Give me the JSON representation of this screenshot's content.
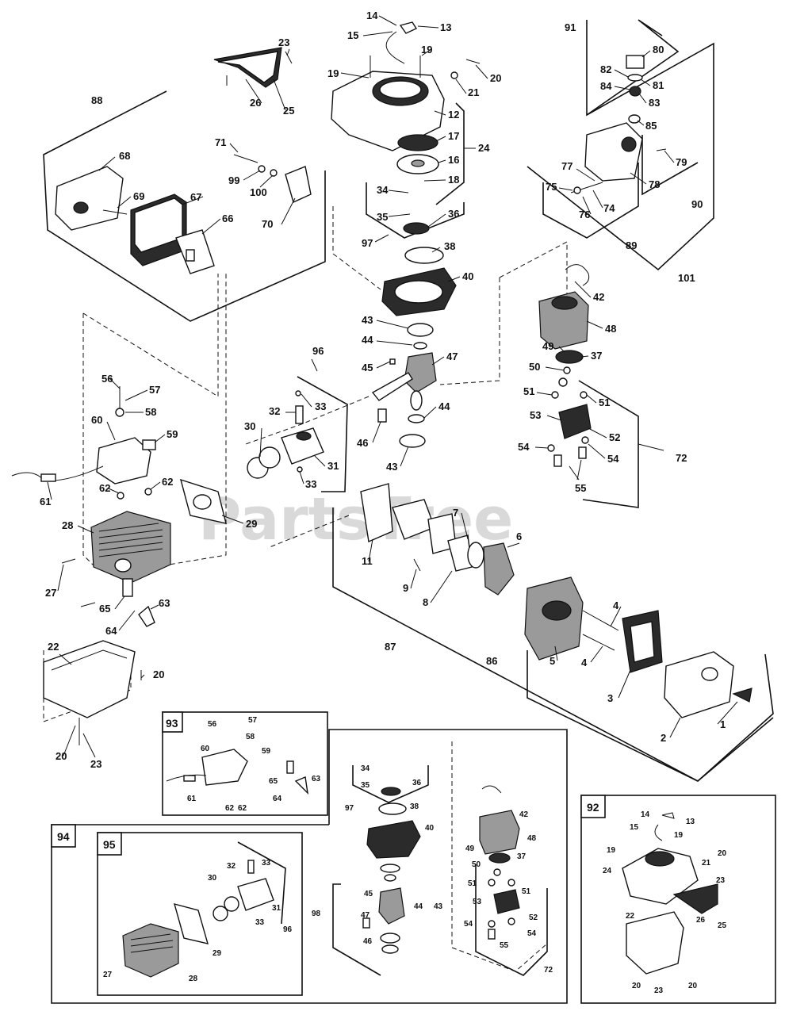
{
  "watermark": "PartsTree",
  "callouts": {
    "c1": "1",
    "c2": "2",
    "c3": "3",
    "c4a": "4",
    "c4b": "4",
    "c5": "5",
    "c6": "6",
    "c7": "7",
    "c8": "8",
    "c9": "9",
    "c11": "11",
    "c12": "12",
    "c13": "13",
    "c14": "14",
    "c15": "15",
    "c16": "16",
    "c17": "17",
    "c18": "18",
    "c19a": "19",
    "c19b": "19",
    "c20a": "20",
    "c20b": "20",
    "c20c": "20",
    "c21": "21",
    "c22": "22",
    "c23a": "23",
    "c23b": "23",
    "c24": "24",
    "c25": "25",
    "c26": "26",
    "c27": "27",
    "c28": "28",
    "c29": "29",
    "c30": "30",
    "c31": "31",
    "c32": "32",
    "c33a": "33",
    "c33b": "33",
    "c34": "34",
    "c35": "35",
    "c36": "36",
    "c37": "37",
    "c38": "38",
    "c40": "40",
    "c42": "42",
    "c43a": "43",
    "c43b": "43",
    "c44a": "44",
    "c44b": "44",
    "c45": "45",
    "c46": "46",
    "c47": "47",
    "c48": "48",
    "c49": "49",
    "c50": "50",
    "c51a": "51",
    "c51b": "51",
    "c52": "52",
    "c53": "53",
    "c54a": "54",
    "c54b": "54",
    "c55": "55",
    "c56": "56",
    "c57": "57",
    "c58": "58",
    "c59": "59",
    "c60": "60",
    "c61": "61",
    "c62a": "62",
    "c62b": "62",
    "c63": "63",
    "c64": "64",
    "c65": "65",
    "c66": "66",
    "c67": "67",
    "c68": "68",
    "c69": "69",
    "c70": "70",
    "c71": "71",
    "c72": "72",
    "c74": "74",
    "c75": "75",
    "c76": "76",
    "c77": "77",
    "c78": "78",
    "c79": "79",
    "c80": "80",
    "c81": "81",
    "c82": "82",
    "c83": "83",
    "c84": "84",
    "c85": "85",
    "c86": "86",
    "c87": "87",
    "c88": "88",
    "c89": "89",
    "c90": "90",
    "c91": "91",
    "c96": "96",
    "c97": "97",
    "c99": "99",
    "c100": "100",
    "c101": "101"
  },
  "boxes": {
    "b93": "93",
    "b94": "94",
    "b95": "95",
    "b92": "92"
  },
  "box93": {
    "n56": "56",
    "n57": "57",
    "n58": "58",
    "n59": "59",
    "n60": "60",
    "n61": "61",
    "n62a": "62",
    "n62b": "62",
    "n63": "63",
    "n64": "64",
    "n65": "65"
  },
  "box95": {
    "n27": "27",
    "n28": "28",
    "n29": "29",
    "n30": "30",
    "n31": "31",
    "n32": "32",
    "n33a": "33",
    "n33b": "33",
    "n96": "96"
  },
  "box94": {
    "n34": "34",
    "n35": "35",
    "n36": "36",
    "n97": "97",
    "n38": "38",
    "n40": "40",
    "n45": "45",
    "n47": "47",
    "n46": "46",
    "n98": "98",
    "n44": "44",
    "n43": "43",
    "n42": "42",
    "n48": "48",
    "n49": "49",
    "n37": "37",
    "n50": "50",
    "n51a": "51",
    "n51b": "51",
    "n53": "53",
    "n52": "52",
    "n54a": "54",
    "n54b": "54",
    "n55": "55",
    "n72": "72"
  },
  "box92": {
    "n14": "14",
    "n13": "13",
    "n15": "15",
    "n19a": "19",
    "n19b": "19",
    "n20a": "20",
    "n21": "21",
    "n24": "24",
    "n23": "23",
    "n26": "26",
    "n25": "25",
    "n22": "22",
    "n20b": "20",
    "n23b": "23",
    "n20c": "20"
  }
}
